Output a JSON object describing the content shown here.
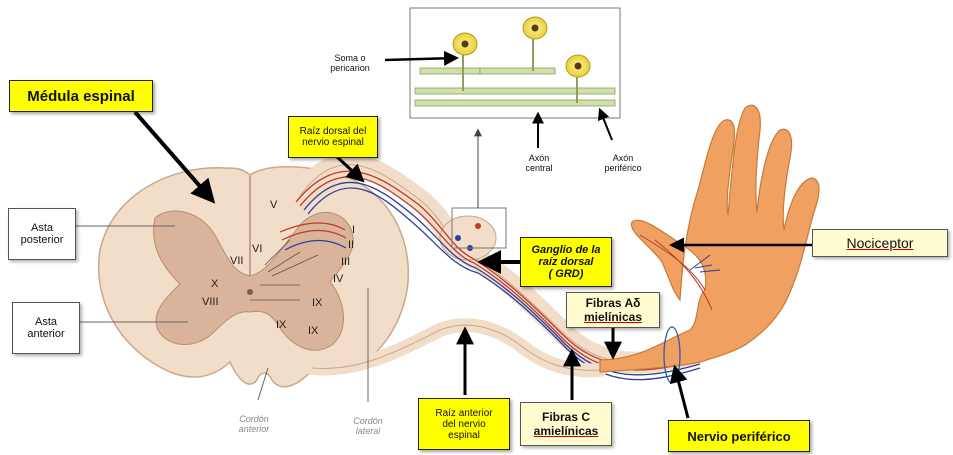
{
  "labels": {
    "medula_espinal": "Médula espinal",
    "asta_posterior": "Asta\nposterior",
    "asta_anterior": "Asta\nanterior",
    "raiz_dorsal": "Raíz dorsal del\nnervio espinal",
    "ganglio": "Ganglio de la\nraíz dorsal\n( GRD)",
    "soma": "Soma o\npericarion",
    "axon_central": "Axón\ncentral",
    "axon_periferico": "Axón\nperiférico",
    "nociceptor": "Nociceptor",
    "fibras_ad_title": "Fibras Aδ",
    "fibras_ad_sub": "mielínicas",
    "fibras_c_title": "Fibras C",
    "fibras_c_sub": "amielínicas",
    "raiz_anterior": "Raíz anterior\ndel nervio\nespinal",
    "nervio_periferico": "Nervio periférico",
    "cordon_anterior": "Cordón\nanterior",
    "cordon_lateral": "Cordón\nlateral"
  },
  "laminae": [
    "I",
    "II",
    "III",
    "IV",
    "V",
    "VI",
    "VII",
    "VIII",
    "IX",
    "X"
  ],
  "colors": {
    "spinal_cord": "#f1ddc8",
    "gray_matter": "#d9b49a",
    "nerve_red": "#c0392b",
    "nerve_blue": "#2c3e9e",
    "hand": "#f0a060",
    "highlight_yellow": "#ffff00",
    "cream": "#fffdd0"
  }
}
